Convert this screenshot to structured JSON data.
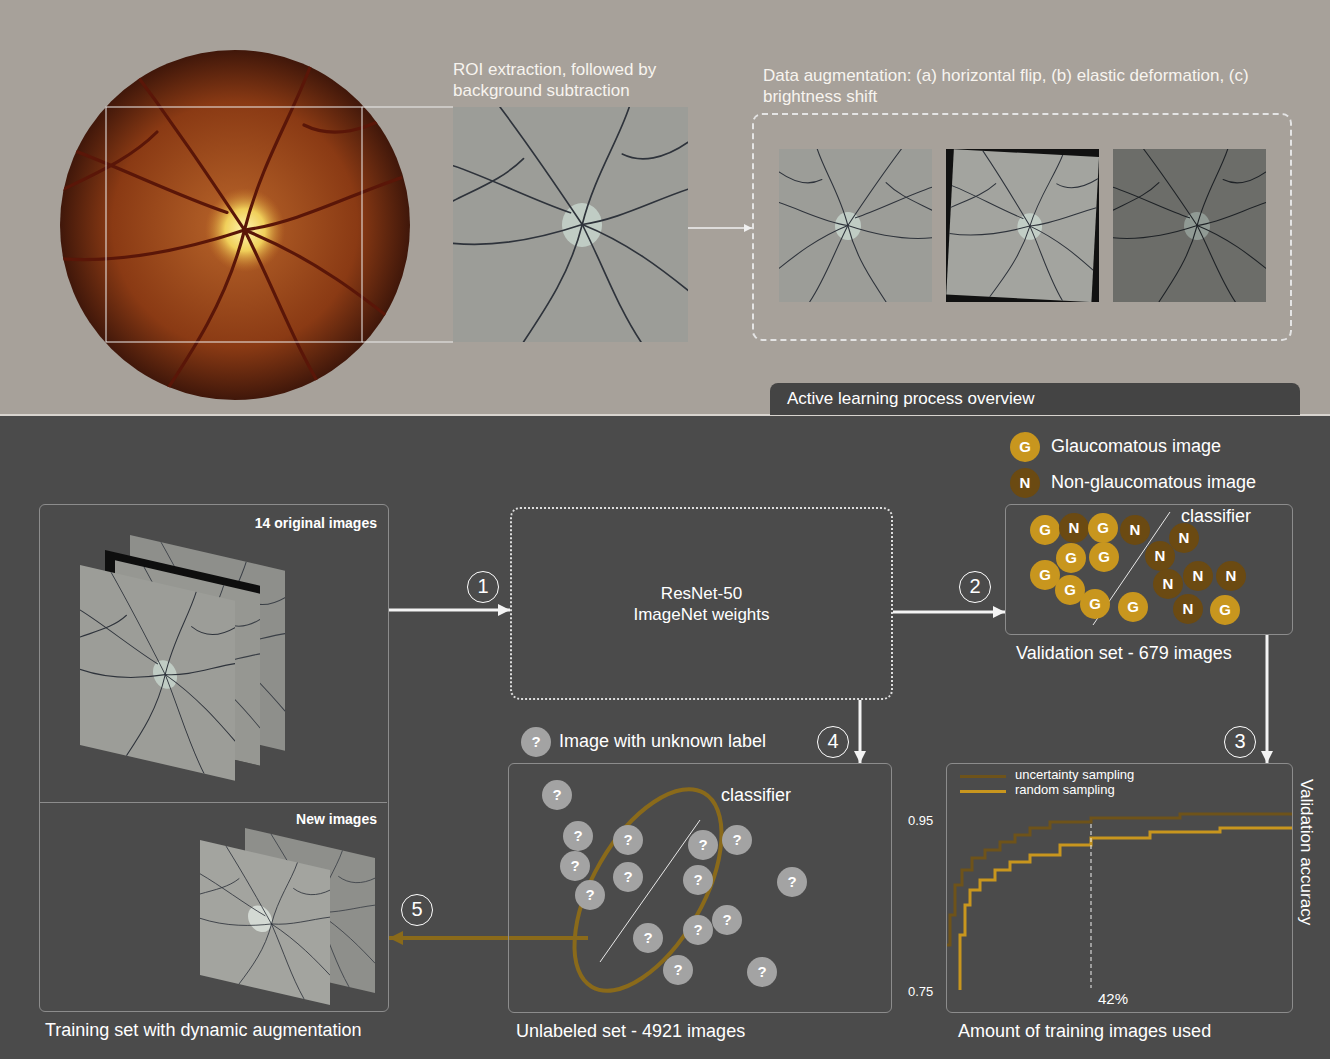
{
  "diagram": {
    "nodes": [
      {
        "text": [
          "ROI extraction, followed by background subtraction"
        ]
      },
      {
        "text": [
          "Data augmentation: (a) horizontal flip, (b) elastic deformation, (c) brightness shift"
        ]
      },
      {
        "text": [
          "Active learning process overview"
        ]
      },
      {
        "text": [
          "Training set with dynamic augmentation"
        ]
      },
      {
        "text": [
          "14 original images"
        ],
        "in": 3
      },
      {
        "text": [
          "New images"
        ],
        "in": 3
      },
      {
        "text": [
          "ResNet-50 ImageNet weights"
        ]
      },
      {
        "text": [
          "classifier",
          "Validation set - 679 images"
        ]
      },
      {
        "text": [
          "G"
        ],
        "in": 7
      },
      {
        "text": [
          "N"
        ],
        "in": 7
      },
      {
        "text": [
          "G"
        ],
        "in": 7
      },
      {
        "text": [
          "N"
        ],
        "in": 7
      },
      {
        "text": [
          "G"
        ],
        "in": 7
      },
      {
        "text": [
          "G"
        ],
        "in": 7
      },
      {
        "text": [
          "G"
        ],
        "in": 7
      },
      {
        "text": [
          "G"
        ],
        "in": 7
      },
      {
        "text": [
          "G"
        ],
        "in": 7
      },
      {
        "text": [
          "N"
        ],
        "in": 7
      },
      {
        "text": [
          "N"
        ],
        "in": 7
      },
      {
        "text": [
          "N"
        ],
        "in": 7
      },
      {
        "text": [
          "N"
        ],
        "in": 7
      },
      {
        "text": [
          "N"
        ],
        "in": 7
      },
      {
        "text": [
          "N"
        ],
        "in": 7
      },
      {
        "text": [
          "G"
        ],
        "in": 7
      },
      {
        "text": [
          "G"
        ],
        "in": 7
      },
      {
        "text": [
          "classifier",
          "Unlabeled set - 4921 images"
        ]
      },
      {
        "text": [
          "?"
        ],
        "in": 25
      },
      {
        "text": [
          "?"
        ],
        "in": 25
      },
      {
        "text": [
          "?"
        ],
        "in": 25
      },
      {
        "text": [
          "?"
        ],
        "in": 25
      },
      {
        "text": [
          "?"
        ],
        "in": 25
      },
      {
        "text": [
          "?"
        ],
        "in": 25
      },
      {
        "text": [
          "?"
        ],
        "in": 25
      },
      {
        "text": [
          "?"
        ],
        "in": 25
      },
      {
        "text": [
          "?"
        ],
        "in": 25
      },
      {
        "text": [
          "?"
        ],
        "in": 25
      },
      {
        "text": [
          "?"
        ],
        "in": 25
      },
      {
        "text": [
          "?"
        ],
        "in": 25
      },
      {
        "text": [
          "?"
        ],
        "in": 25
      },
      {
        "text": [
          "?"
        ],
        "in": 25
      },
      {
        "text": [
          "?"
        ],
        "in": 25
      },
      {
        "text": [
          "Validation accuracy",
          "Amount of training images used"
        ]
      }
    ],
    "edges": [
      {
        "from": 0,
        "to": 1,
        "arrow": "to"
      },
      {
        "from": 3,
        "to": 6,
        "arrow": "to",
        "label": "1"
      },
      {
        "from": 6,
        "to": 7,
        "arrow": "to",
        "label": "2"
      },
      {
        "from": 7,
        "to": 41,
        "arrow": "to",
        "label": "3"
      },
      {
        "from": 6,
        "to": 25,
        "arrow": "to",
        "label": "4"
      },
      {
        "from": 25,
        "to": 3,
        "arrow": "to",
        "label": "5"
      }
    ],
    "labels": [
      "G",
      "N",
      "?",
      "0.95",
      "0.75",
      "42%"
    ],
    "legend": [
      {
        "text": "Glaucomatous image",
        "color": "#c8961e"
      },
      {
        "text": "Non-glaucomatous image",
        "color": "#6b4a12"
      },
      {
        "text": "Image with unknown label",
        "color": "#a3a3a3"
      },
      {
        "text": "uncertainty sampling"
      },
      {
        "text": "random sampling"
      }
    ]
  }
}
